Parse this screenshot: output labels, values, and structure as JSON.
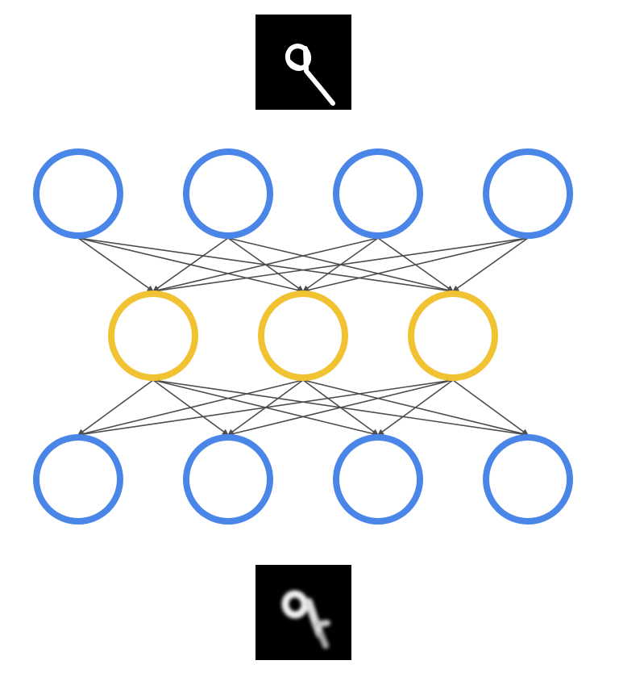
{
  "diagram": {
    "type": "autoencoder-network",
    "colors": {
      "background": "#ffffff",
      "input_output_node": "#4a86e8",
      "hidden_node": "#f1c232",
      "edge": "#4d4d4d",
      "image_background": "#000000",
      "digit_stroke": "#ffffff"
    },
    "input_image": {
      "description_icon": "handwritten-digit-9-image",
      "style": "sharp"
    },
    "output_image": {
      "description_icon": "reconstructed-digit-9-image",
      "style": "blurred"
    },
    "layers": [
      {
        "name": "input",
        "node_count": 4,
        "color": "#4a86e8"
      },
      {
        "name": "hidden",
        "node_count": 3,
        "color": "#f1c232"
      },
      {
        "name": "output",
        "node_count": 4,
        "color": "#4a86e8"
      }
    ],
    "connections": "fully-connected"
  }
}
